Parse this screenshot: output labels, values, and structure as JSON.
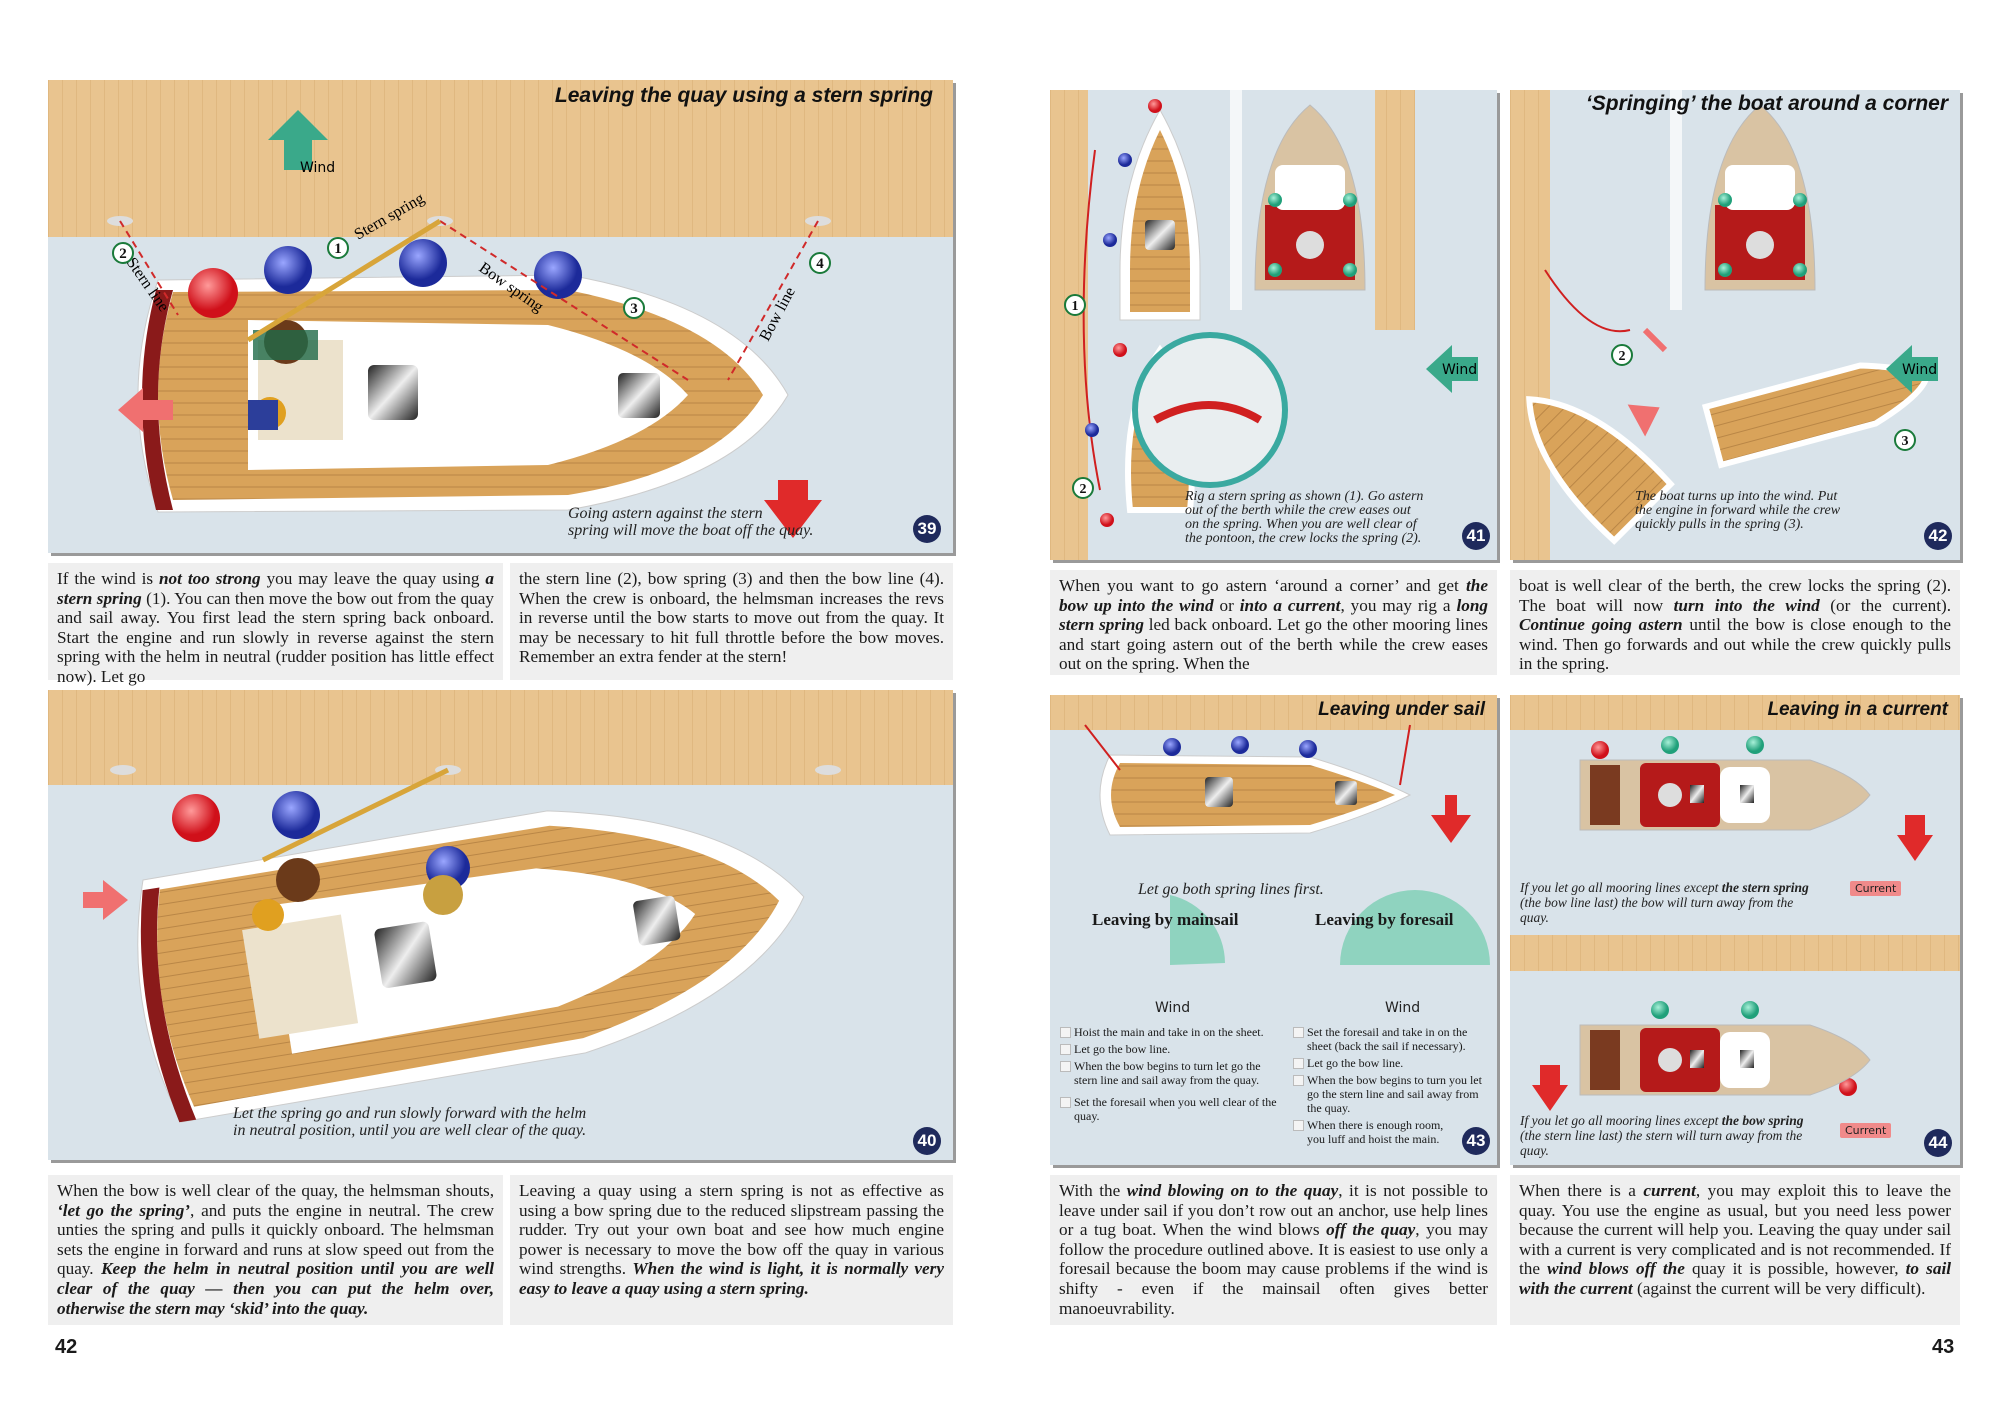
{
  "left_page": {
    "page_number": "42",
    "fig39": {
      "title": "Leaving the quay using a stern spring",
      "wind_label": "Wind",
      "labels": {
        "stern_spring": "Stern spring",
        "stern_line": "Stern line",
        "bow_spring": "Bow spring",
        "bow_line": "Bow line"
      },
      "markers": [
        "1",
        "2",
        "3",
        "4"
      ],
      "caption": [
        "Going astern against the stern",
        "spring will move the boat off the quay."
      ],
      "number": "39"
    },
    "text1": [
      [
        {
          "t": "If the wind is "
        },
        {
          "t": "not too strong",
          "em": true
        },
        {
          "t": " you may leave the quay using "
        },
        {
          "t": "a stern spring",
          "em": true
        },
        {
          "t": " (1). You can then move the bow out from the quay and sail away. You first lead the stern spring back onboard. Start the engine and run slowly in reverse against the stern spring with the helm in neutral (rudder position has little effect now). Let go"
        }
      ],
      [
        {
          "t": "the stern line (2), bow spring (3) and then the bow line (4). When the crew is onboard, the helmsman increases the revs in reverse until the bow starts to move out from the quay. It may be necessary to hit full throttle before the bow moves. Remember an extra fender at the stern!"
        }
      ]
    ],
    "fig40": {
      "caption": [
        "Let the spring go and run slowly forward with the helm",
        "in neutral position, until you are well clear of the quay."
      ],
      "number": "40"
    },
    "text2": [
      [
        {
          "t": "When the bow is well clear of the quay, the helmsman shouts, "
        },
        {
          "t": "‘let go the spring’",
          "em": true
        },
        {
          "t": ", and puts the engine in neutral. The crew unties the spring and pulls it quickly onboard. The helmsman sets the engine in forward and runs at slow speed out from the quay. "
        },
        {
          "t": "Keep the helm in neutral position until you are well clear of the quay — then you can put the helm over, otherwise the stern may ‘skid’ into the quay.",
          "em": true
        }
      ],
      [
        {
          "t": "Leaving a quay using a stern spring is not as effective as using a bow spring due to the reduced slipstream passing the rudder. Try out your own boat and see how much engine power is necessary to move the bow off the quay in various wind strengths. "
        },
        {
          "t": "When the wind is light, it is normally very easy to leave a quay using a stern spring.",
          "em": true
        }
      ]
    ]
  },
  "right_page": {
    "page_number": "43",
    "fig41": {
      "wind_label": "Wind",
      "markers": [
        "1",
        "2"
      ],
      "caption": [
        "Rig a stern spring as shown (1). Go astern",
        "out of the berth while the crew eases out",
        "on the spring. When you are well clear of",
        "the pontoon, the crew locks the spring (2)."
      ],
      "number": "41"
    },
    "fig42": {
      "title": "‘Springing’ the boat around a corner",
      "wind_label": "Wind",
      "markers": [
        "2",
        "3"
      ],
      "caption": [
        "The boat turns up into the wind. Put",
        "the engine in forward while the crew",
        "quickly pulls in the spring (3)."
      ],
      "number": "42"
    },
    "text1": [
      [
        {
          "t": "When you want to go astern ‘around a corner’ and get "
        },
        {
          "t": "the bow up into the wind",
          "em": true
        },
        {
          "t": " or "
        },
        {
          "t": "into a current",
          "em": true
        },
        {
          "t": ", you may rig a "
        },
        {
          "t": "long stern spring",
          "em": true
        },
        {
          "t": " led back onboard. Let go the other mooring lines and start going astern out of the berth while the crew eases out on the spring. When the"
        }
      ],
      [
        {
          "t": "boat is well clear of the berth, the crew locks the spring (2). The boat will now "
        },
        {
          "t": "turn into the wind",
          "em": true
        },
        {
          "t": " (or the current). "
        },
        {
          "t": "Continue going astern",
          "em": true
        },
        {
          "t": " until the bow is close enough to the wind. Then go forwards and out while the crew quickly pulls in the spring."
        }
      ]
    ],
    "fig43": {
      "title": "Leaving under sail",
      "caption": "Let go both spring lines first.",
      "mainsail": {
        "heading": "Leaving by mainsail",
        "wind_label": "Wind",
        "steps": [
          "Hoist the main and take in on the sheet.",
          "Let go the bow line.",
          "When the bow begins to turn let go the stern line and sail away from the quay.",
          "Set the foresail when you well clear of the quay."
        ]
      },
      "foresail": {
        "heading": "Leaving by foresail",
        "wind_label": "Wind",
        "steps": [
          "Set the foresail and take in on the sheet (back the sail if necessary).",
          "Let go the bow line.",
          "When the bow begins to turn you let go the stern line and sail away from the quay.",
          "When there is enough room, you luff and hoist the main."
        ]
      },
      "number": "43"
    },
    "fig44": {
      "title": "Leaving in a current",
      "caption_top": {
        "pre": "If you let go all mooring lines except ",
        "bold": "the stern spring",
        "post": " (the bow line last) the bow will turn away from the quay."
      },
      "caption_bottom": {
        "pre": "If you let go all mooring lines except ",
        "bold": "the bow spring",
        "post": " (the stern line last)  the stern will turn away from the quay."
      },
      "current_label": "Current",
      "number": "44"
    },
    "text2": [
      [
        {
          "t": "With the "
        },
        {
          "t": "wind blowing on to the quay",
          "em": true
        },
        {
          "t": ", it is not possible to leave under sail if you don’t row out an anchor, use help lines or a tug boat. When the wind blows "
        },
        {
          "t": "off the quay",
          "em": true
        },
        {
          "t": ", you may follow the procedure outlined above. It is easiest to use only a foresail because the boom may cause problems if the wind is shifty - even if the mainsail often gives better manoeuvrability."
        }
      ],
      [
        {
          "t": "When there is a "
        },
        {
          "t": "current",
          "em": true
        },
        {
          "t": ", you may exploit this to leave the quay. You use the engine as usual, but you need less power because the current will help you. Leaving the quay under sail with a current is very complicated and is not recommended. If the "
        },
        {
          "t": "wind blows off the",
          "em": true
        },
        {
          "t": " quay it is possible, however, "
        },
        {
          "t": "to sail with the current",
          "em": true
        },
        {
          "t": " (against the current will be very difficult)."
        }
      ]
    ]
  },
  "colors": {
    "wood": "#e9c48f",
    "water": "#d9e3ea",
    "wind_arrow": "#3aa98a",
    "red_arrow": "#e02a2a",
    "badge": "#1f2a5c",
    "textbox": "#efefef"
  }
}
